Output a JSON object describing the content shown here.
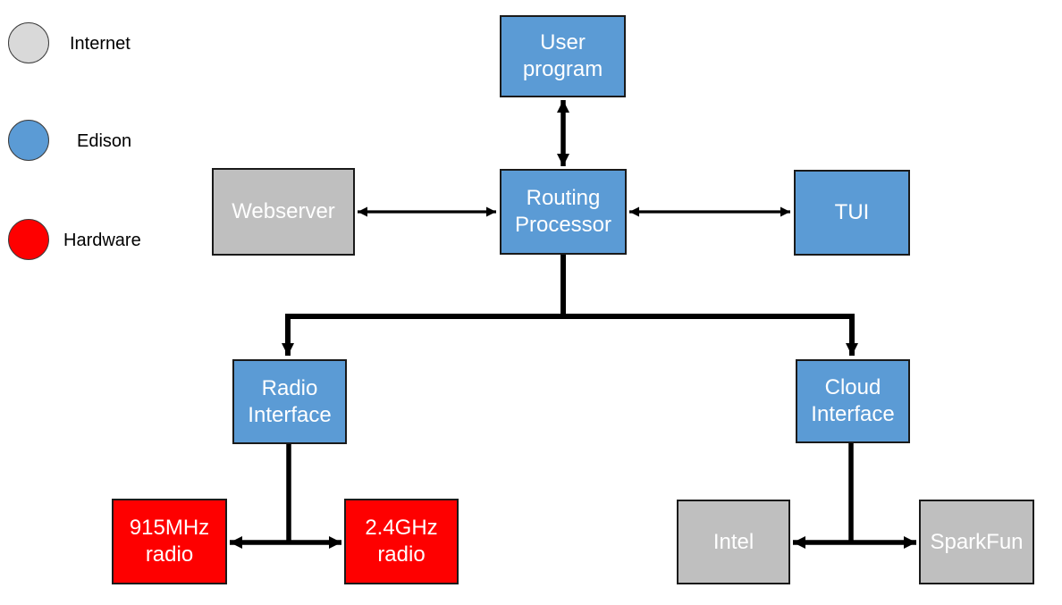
{
  "legend": {
    "items": [
      {
        "label": "Internet",
        "color": "#d9d9d9"
      },
      {
        "label": "Edison",
        "color": "#5b9bd5"
      },
      {
        "label": "Hardware",
        "color": "#fe0000"
      }
    ]
  },
  "colors": {
    "edison_blue": "#5b9bd5",
    "internet_gray": "#bfbfbf",
    "legend_internet_gray": "#d9d9d9",
    "hardware_red": "#fe0000",
    "connector_black": "#000000",
    "node_text_white": "#ffffff",
    "node_border": "#1a1a1a"
  },
  "nodes": {
    "user_program": {
      "label": "User program",
      "category": "edison",
      "color": "#5b9bd5"
    },
    "webserver": {
      "label": "Webserver",
      "category": "internet",
      "color": "#bfbfbf"
    },
    "routing_processor": {
      "label": "Routing Processor",
      "category": "edison",
      "color": "#5b9bd5"
    },
    "tui": {
      "label": "TUI",
      "category": "edison",
      "color": "#5b9bd5"
    },
    "radio_interface": {
      "label": "Radio Interface",
      "category": "edison",
      "color": "#5b9bd5"
    },
    "cloud_interface": {
      "label": "Cloud Interface",
      "category": "edison",
      "color": "#5b9bd5"
    },
    "radio_915": {
      "label": "915MHz radio",
      "category": "hardware",
      "color": "#fe0000"
    },
    "radio_24": {
      "label": "2.4GHz radio",
      "category": "hardware",
      "color": "#fe0000"
    },
    "intel": {
      "label": "Intel",
      "category": "internet",
      "color": "#bfbfbf"
    },
    "sparkfun": {
      "label": "SparkFun",
      "category": "internet",
      "color": "#bfbfbf"
    }
  },
  "edges": [
    {
      "from": "user_program",
      "to": "routing_processor",
      "style": "double-arrow",
      "orientation": "vertical"
    },
    {
      "from": "webserver",
      "to": "routing_processor",
      "style": "double-arrow",
      "orientation": "horizontal"
    },
    {
      "from": "routing_processor",
      "to": "tui",
      "style": "double-arrow",
      "orientation": "horizontal"
    },
    {
      "from": "routing_processor",
      "to": "radio_interface",
      "style": "arrow",
      "orientation": "branch-down"
    },
    {
      "from": "routing_processor",
      "to": "cloud_interface",
      "style": "arrow",
      "orientation": "branch-down"
    },
    {
      "from": "radio_interface",
      "to": "radio_915",
      "style": "double-arrow",
      "orientation": "t-junction"
    },
    {
      "from": "radio_interface",
      "to": "radio_24",
      "style": "double-arrow",
      "orientation": "t-junction"
    },
    {
      "from": "cloud_interface",
      "to": "intel",
      "style": "double-arrow",
      "orientation": "t-junction"
    },
    {
      "from": "cloud_interface",
      "to": "sparkfun",
      "style": "double-arrow",
      "orientation": "t-junction"
    }
  ]
}
